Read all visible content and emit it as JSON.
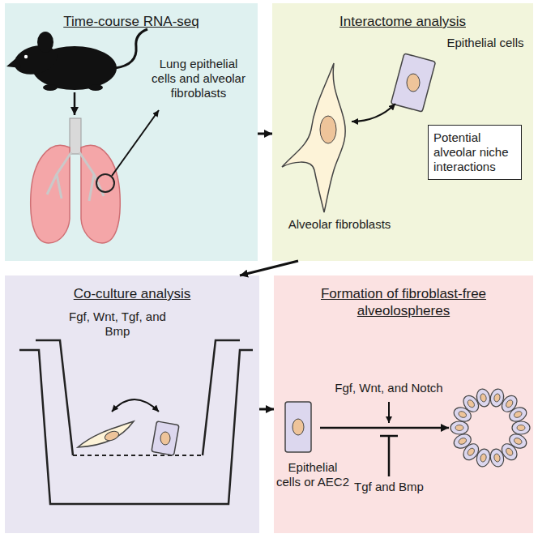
{
  "diagram": {
    "nodes": [
      {
        "text": [
          "Time-course RNA-seq"
        ]
      },
      {
        "text": [
          "Interactome analysis"
        ]
      },
      {
        "text": [
          "Potential alveolar niche interactions"
        ],
        "in": 1
      },
      {
        "text": [
          "Co-culture analysis"
        ]
      },
      {
        "text": [
          "Formation of fibroblast-free alveolospheres"
        ]
      }
    ],
    "edges": [
      {
        "from": 0,
        "to": 1,
        "arrow": "to"
      },
      {
        "from": 1,
        "to": 3,
        "arrow": "to"
      },
      {
        "from": 3,
        "to": 4,
        "arrow": "to"
      }
    ],
    "labels": [
      "Lung epithelial cells and alveolar fibroblasts",
      "Epithelial cells",
      "Alveolar fibroblasts",
      "Fgf, Wnt, Tgf, and Bmp",
      "Fgf, Wnt, and Notch",
      "Epithelial cells or AEC2",
      "Tgf and Bmp"
    ]
  }
}
